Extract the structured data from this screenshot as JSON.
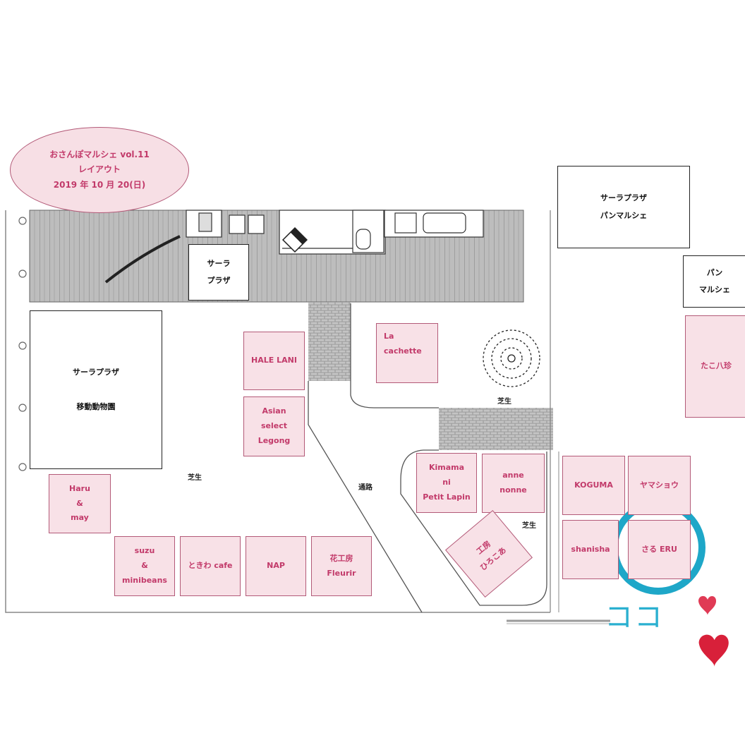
{
  "title": {
    "line1": "おさんぽマルシェ vol.11",
    "line2": "レイアウト",
    "line3": "2019 年 10 月 20(日)"
  },
  "buildings": {
    "sara_small": "サーラ\nプラザ",
    "sara_zoo": "サーラプラザ\n\n移動動物園",
    "sara_bread": "サーラプラザ\nパンマルシェ",
    "bread": "パン\nマルシェ"
  },
  "area_labels": {
    "lawn_left": "芝生",
    "lawn_top": "芝生",
    "lawn_right": "芝生",
    "path": "通路"
  },
  "booths": [
    {
      "id": "hale-lani",
      "label": "HALE LANI"
    },
    {
      "id": "asian-select",
      "label": "Asian\nselect\nLegong"
    },
    {
      "id": "la-cachette",
      "label": "La\ncachette"
    },
    {
      "id": "takohachichin",
      "label": "たこ八珍"
    },
    {
      "id": "haru-may",
      "label": "Haru\n&\nmay"
    },
    {
      "id": "suzu",
      "label": "suzu\n&\nminibeans"
    },
    {
      "id": "tokiwa",
      "label": "ときわ cafe"
    },
    {
      "id": "nap",
      "label": "NAP"
    },
    {
      "id": "hanakobo",
      "label": "花工房\nFleurir"
    },
    {
      "id": "kimama",
      "label": "Kimama\nni\nPetit Lapin"
    },
    {
      "id": "anne",
      "label": "anne\nnonne"
    },
    {
      "id": "koguma",
      "label": "KOGUMA"
    },
    {
      "id": "yamashou",
      "label": "ヤマショウ"
    },
    {
      "id": "shanisha",
      "label": "shanisha"
    },
    {
      "id": "saru-eru",
      "label": "さる ERU"
    },
    {
      "id": "kobo-hirokoa",
      "label": "工房\nひろこあ"
    }
  ],
  "highlight": {
    "text": "ココ",
    "target": "さる ERU",
    "circle_color": "#1ea7c8",
    "heart_color": "#d8203a"
  },
  "colors": {
    "booth_fill": "#f8e1e7",
    "booth_border": "#b35a78",
    "booth_text": "#c23a6a"
  }
}
